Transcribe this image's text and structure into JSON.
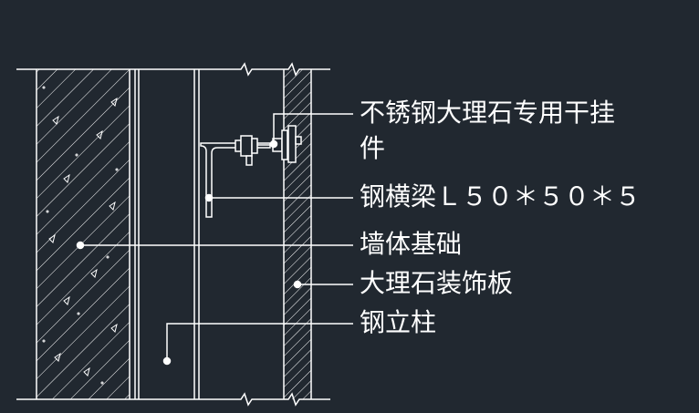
{
  "drawing": {
    "background": "#212830",
    "line_color": "#ffffff",
    "labels": {
      "hanger_line1": "不锈钢大理石专用干挂",
      "hanger_line2": "件",
      "steel_beam": "钢横梁Ｌ５０＊５０＊５",
      "wall_base": "墙体基础",
      "marble_panel": "大理石装饰板",
      "steel_column": "钢立柱"
    }
  }
}
